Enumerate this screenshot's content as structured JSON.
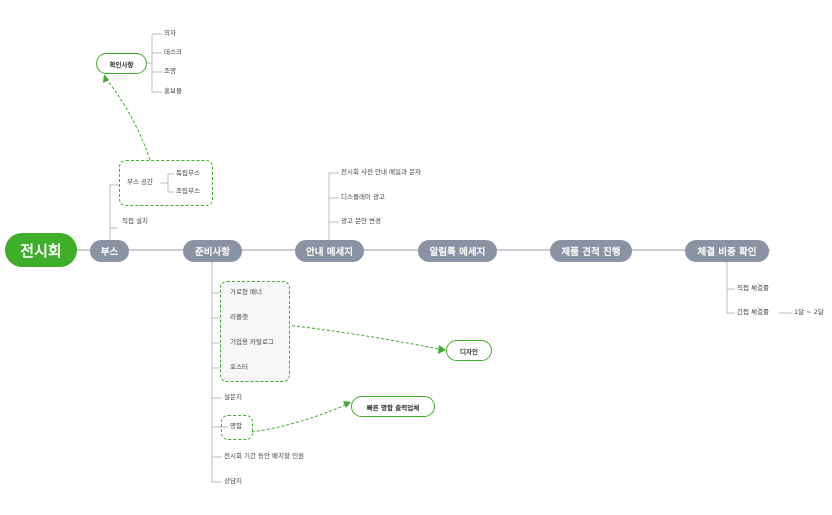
{
  "root": {
    "label": "전시회"
  },
  "main_nodes": [
    {
      "id": "booth",
      "label": "부스"
    },
    {
      "id": "prep",
      "label": "준비사항"
    },
    {
      "id": "notice",
      "label": "안내 메세지"
    },
    {
      "id": "alimtalk",
      "label": "알림톡 메세지"
    },
    {
      "id": "quote",
      "label": "제품 견적 진행"
    },
    {
      "id": "contract",
      "label": "체결 비중 확인"
    }
  ],
  "booth": {
    "check": {
      "label": "확인사항",
      "items": [
        "의자",
        "데스크",
        "조명",
        "홍보물"
      ]
    },
    "space": {
      "label": "부스 공간",
      "items": [
        "독립부스",
        "조립부스"
      ]
    },
    "direct_install": "직접 설치"
  },
  "notice": {
    "items": [
      "전시회 사전 안내 메일과 문자",
      "디스플레이 광고",
      "광고 문안 변경"
    ]
  },
  "prep": {
    "design_group": [
      "가로형 배너",
      "리플렛",
      "기업용 카탈로그",
      "포스터"
    ],
    "survey": "설문지",
    "business_card": "명함",
    "staff": "전시회 기간 동안 배치할 인원",
    "consult": "상담지"
  },
  "design": {
    "label": "디자인"
  },
  "print": {
    "label": "빠른 명함 출력업체"
  },
  "contract": {
    "items": [
      "직접 체결률",
      "간접 체결률"
    ],
    "period": "1달 ~ 2달"
  },
  "colors": {
    "green": "#3fae2a",
    "gray_node": "#8a93a3",
    "line": "#b8bcc4"
  }
}
